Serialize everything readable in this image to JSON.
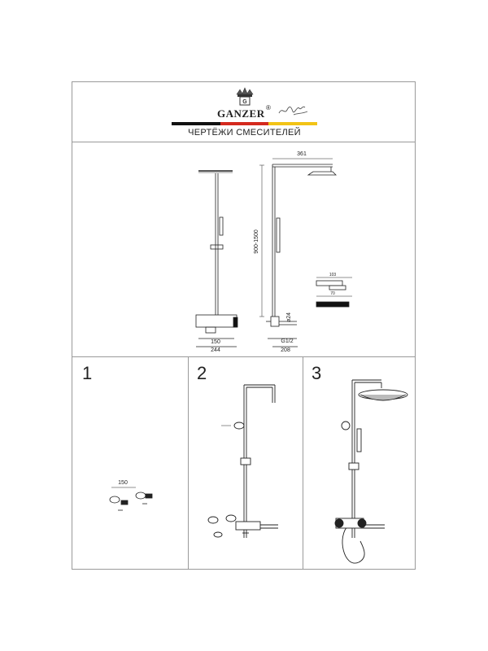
{
  "header": {
    "brand": "GANZER",
    "registered": "®",
    "subtitle": "ЧЕРТЁЖИ СМЕСИТЕЛЕЙ",
    "flag_colors": [
      "#111111",
      "#d42a1e",
      "#f2c316"
    ]
  },
  "dimensions": {
    "reach": "361",
    "height_range": "900-1500",
    "outlet_spacing": "150",
    "body_width": "244",
    "diameter": "ø24",
    "thread": "G1/2",
    "projection": "208",
    "detail_a": "103",
    "detail_b": "70"
  },
  "steps": [
    {
      "number": "1",
      "spacing": "150"
    },
    {
      "number": "2"
    },
    {
      "number": "3"
    }
  ]
}
